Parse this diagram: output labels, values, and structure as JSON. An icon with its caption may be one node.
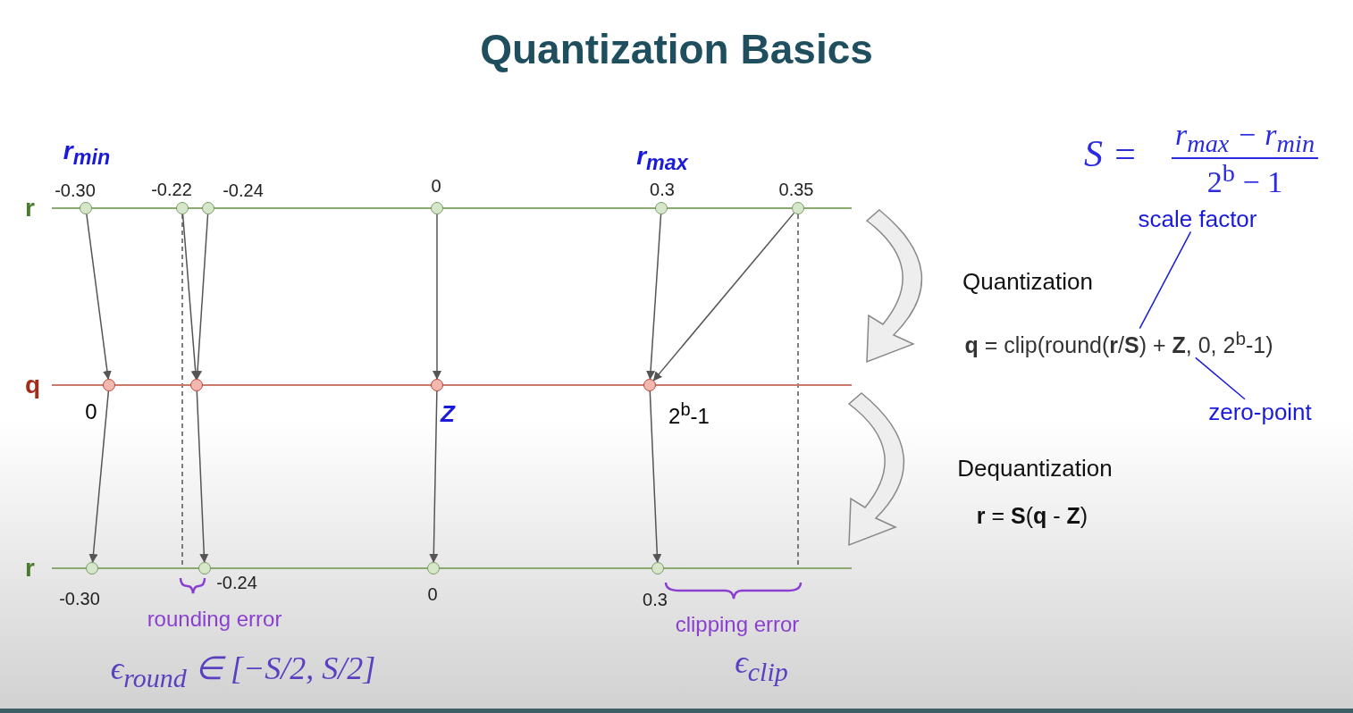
{
  "diagram": {
    "title": "Quantization Basics",
    "nodes": [
      {
        "text": [
          "r"
        ]
      },
      {
        "text": [],
        "shape": "circle",
        "in": 0,
        "beside": [
          "-0.30"
        ]
      },
      {
        "text": [],
        "shape": "circle",
        "in": 0,
        "beside": [
          "-0.22"
        ]
      },
      {
        "text": [],
        "shape": "circle",
        "in": 0,
        "beside": [
          "-0.24"
        ]
      },
      {
        "text": [],
        "shape": "circle",
        "in": 0,
        "beside": [
          "0"
        ]
      },
      {
        "text": [],
        "shape": "circle",
        "in": 0,
        "beside": [
          "0.3"
        ]
      },
      {
        "text": [],
        "shape": "circle",
        "in": 0,
        "beside": [
          "0.35"
        ]
      },
      {
        "text": [
          "q"
        ]
      },
      {
        "text": [],
        "shape": "circle",
        "in": 7,
        "beside": [
          "0"
        ]
      },
      {
        "text": [],
        "shape": "circle",
        "in": 7
      },
      {
        "text": [],
        "shape": "circle",
        "in": 7,
        "beside": [
          "Z"
        ]
      },
      {
        "text": [],
        "shape": "circle",
        "in": 7,
        "beside": [
          "2$^{b}$-1"
        ]
      },
      {
        "text": [
          "r"
        ]
      },
      {
        "text": [],
        "shape": "circle",
        "in": 12,
        "beside": [
          "-0.30"
        ]
      },
      {
        "text": [],
        "shape": "circle",
        "in": 12,
        "beside": [
          "-0.24"
        ]
      },
      {
        "text": [],
        "shape": "circle",
        "in": 12,
        "beside": [
          "0"
        ]
      },
      {
        "text": [],
        "shape": "circle",
        "in": 12,
        "beside": [
          "0.3"
        ]
      },
      {
        "text": [
          "scale factor"
        ]
      },
      {
        "text": [
          "**q** = clip(round(**r**/**S**) + **Z**, 0, 2$^{b}$-1)"
        ]
      },
      {
        "text": [
          "zero-point"
        ]
      }
    ],
    "edges": [
      {
        "from": 1,
        "to": 8,
        "arrow": "to"
      },
      {
        "from": 2,
        "to": 9,
        "arrow": "to"
      },
      {
        "from": 3,
        "to": 9,
        "arrow": "to"
      },
      {
        "from": 4,
        "to": 10,
        "arrow": "to"
      },
      {
        "from": 5,
        "to": 11,
        "arrow": "to"
      },
      {
        "from": 6,
        "to": 11,
        "arrow": "to"
      },
      {
        "from": 8,
        "to": 13,
        "arrow": "to"
      },
      {
        "from": 9,
        "to": 14,
        "arrow": "to"
      },
      {
        "from": 10,
        "to": 15,
        "arrow": "to"
      },
      {
        "from": 11,
        "to": 16,
        "arrow": "to"
      },
      {
        "from": 17,
        "to": 18,
        "arrow": "none",
        "color": "#1a1adb"
      },
      {
        "from": 19,
        "to": 18,
        "arrow": "none",
        "color": "#1a1adb"
      },
      {
        "from": 2,
        "to": 12,
        "arrow": "none",
        "style": "dashed"
      },
      {
        "from": 6,
        "to": 12,
        "arrow": "none",
        "style": "dashed"
      }
    ],
    "labels": [
      "r$_{min}$",
      "r$_{max}$",
      "S =",
      "r$_{max}$ − r$_{min}$",
      "2$^{b}$ − 1",
      "Quantization",
      "Dequantization",
      "**r** = **S**(**q** - **Z**)",
      "rounding error",
      "clipping error",
      "ϵ$_{round}$ ∈ [−S/2, S/2]",
      "ϵ$_{clip}$"
    ]
  }
}
